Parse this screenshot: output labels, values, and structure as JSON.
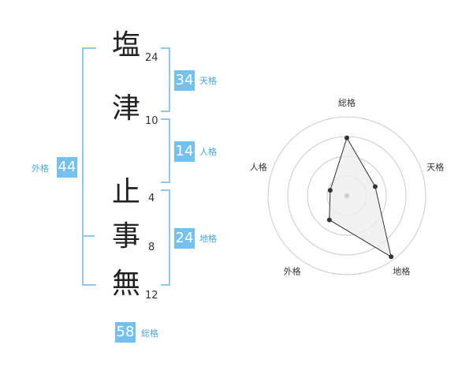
{
  "name_characters": [
    {
      "char": "塩",
      "strokes": "24"
    },
    {
      "char": "津",
      "strokes": "10"
    },
    {
      "char": "止",
      "strokes": "4"
    },
    {
      "char": "事",
      "strokes": "8"
    },
    {
      "char": "無",
      "strokes": "12"
    }
  ],
  "fortunes": {
    "tenkaku": {
      "value": "34",
      "label": "天格"
    },
    "jinkaku": {
      "value": "14",
      "label": "人格"
    },
    "chikaku": {
      "value": "24",
      "label": "地格"
    },
    "gaikaku": {
      "value": "44",
      "label": "外格"
    },
    "soukaku": {
      "value": "58",
      "label": "総格"
    }
  },
  "chart_data": {
    "type": "radar",
    "axes": [
      "総格",
      "天格",
      "地格",
      "外格",
      "人格"
    ],
    "values": [
      3.3,
      1.7,
      4.3,
      1.7,
      1.0
    ],
    "range": [
      0,
      4.5
    ],
    "rings": 4,
    "colors": {
      "ring": "#cccccc",
      "fill": "#eeeeee",
      "stroke": "#333333",
      "center": "#cccccc"
    }
  }
}
